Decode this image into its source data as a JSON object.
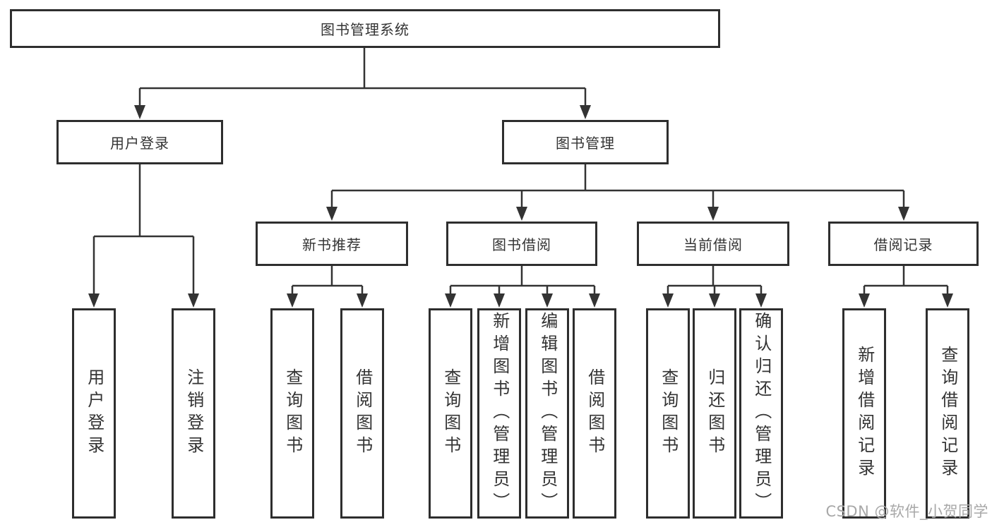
{
  "tree": {
    "root": {
      "label": "图书管理系统",
      "children": [
        {
          "label": "用户登录",
          "children": [
            {
              "label": "用户登录"
            },
            {
              "label": "注销登录"
            }
          ]
        },
        {
          "label": "图书管理",
          "children": [
            {
              "label": "新书推荐",
              "children": [
                {
                  "label": "查询图书"
                },
                {
                  "label": "借阅图书"
                }
              ]
            },
            {
              "label": "图书借阅",
              "children": [
                {
                  "label": "查询图书"
                },
                {
                  "label": "新增图书（管理员）"
                },
                {
                  "label": "编辑图书（管理员）"
                },
                {
                  "label": "借阅图书"
                }
              ]
            },
            {
              "label": "当前借阅",
              "children": [
                {
                  "label": "查询图书"
                },
                {
                  "label": "归还图书"
                },
                {
                  "label": "确认归还（管理员）"
                }
              ]
            },
            {
              "label": "借阅记录",
              "children": [
                {
                  "label": "新增借阅记录"
                },
                {
                  "label": "查询借阅记录"
                }
              ]
            }
          ]
        }
      ]
    }
  },
  "watermark": "CSDN @软件_小贺同学",
  "colors": {
    "line": "#333333",
    "box_border": "#2e2e2e",
    "text": "#333333",
    "watermark": "#a8a8a8",
    "background": "#ffffff"
  }
}
